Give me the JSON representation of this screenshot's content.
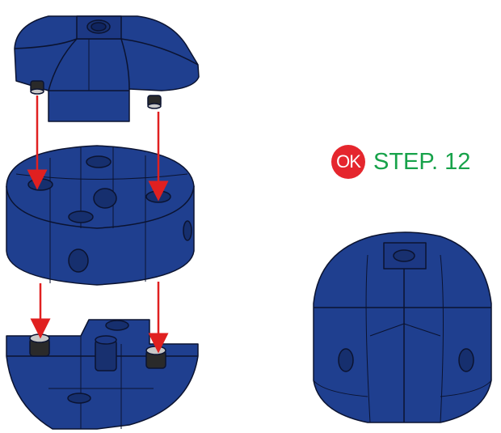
{
  "badge": {
    "text": "OK"
  },
  "step": {
    "label": "STEP. 12"
  },
  "colors": {
    "part_blue": "#1f3f8f",
    "part_blue_dark": "#162f6e",
    "outline": "#0b1330",
    "arrow_red": "#e02020",
    "badge_red": "#e5262d",
    "step_green": "#17a24a"
  },
  "parts": [
    {
      "name": "top-dome-half"
    },
    {
      "name": "middle-cylinder-block"
    },
    {
      "name": "bottom-dome-half"
    },
    {
      "name": "assembled-ball"
    }
  ],
  "connectors": {
    "count": 4,
    "type": "magnet-peg"
  }
}
